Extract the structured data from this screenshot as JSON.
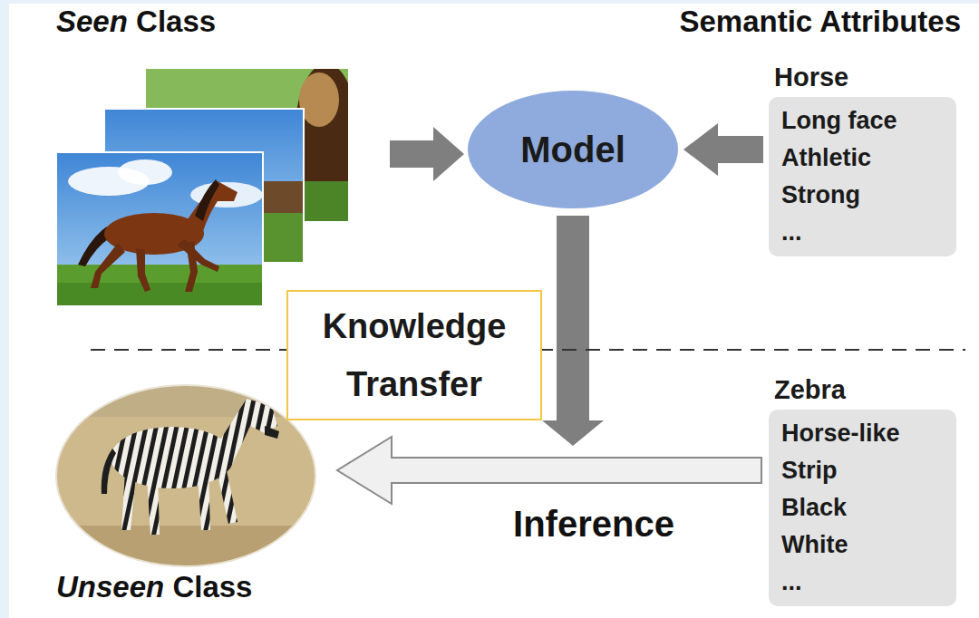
{
  "diagram": {
    "nodes": [
      {
        "text": [
          "Model"
        ]
      },
      {
        "text": [
          "Horse",
          "Long face",
          "Athletic",
          "Strong",
          "..."
        ]
      },
      {
        "text": [
          "Knowledge Transfer"
        ]
      },
      {
        "text": [
          "Zebra",
          "Horse-like",
          "Strip",
          "Black",
          "White",
          "..."
        ]
      }
    ],
    "edges": [
      {
        "from": 1,
        "to": 0,
        "arrow": "to"
      }
    ],
    "labels": [
      "Seen Class",
      "Semantic Attributes",
      "Inference",
      "Unseen Class"
    ]
  }
}
